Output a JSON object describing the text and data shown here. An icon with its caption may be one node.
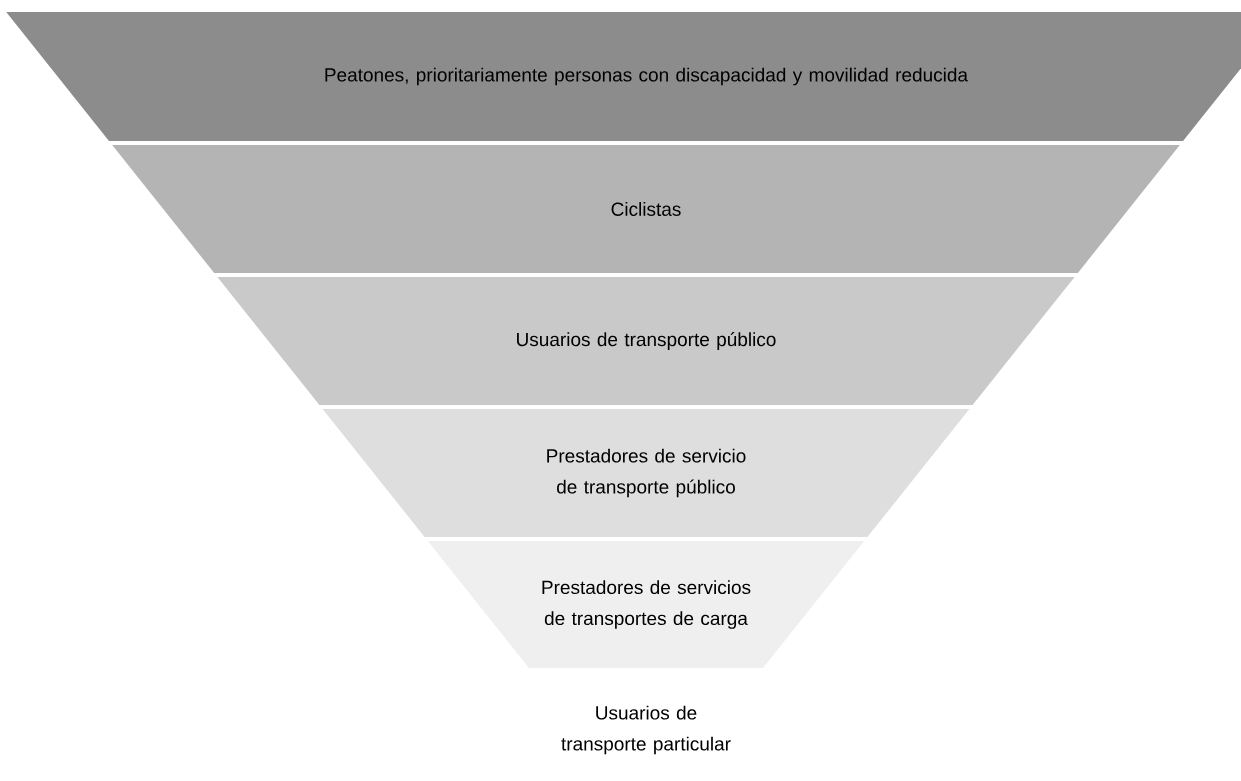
{
  "diagram": {
    "nodes": [
      {
        "text": [
          "Peatones, prioritariamente personas con discapacidad y movilidad reducida"
        ]
      },
      {
        "text": [
          "Ciclistas"
        ]
      },
      {
        "text": [
          "Usuarios de transporte público"
        ]
      },
      {
        "text": [
          "Prestadores de servicio de transporte público"
        ]
      },
      {
        "text": [
          "Prestadores de servicios de transportes de carga"
        ]
      },
      {
        "text": [
          "Usuarios de transporte particular"
        ]
      }
    ]
  }
}
